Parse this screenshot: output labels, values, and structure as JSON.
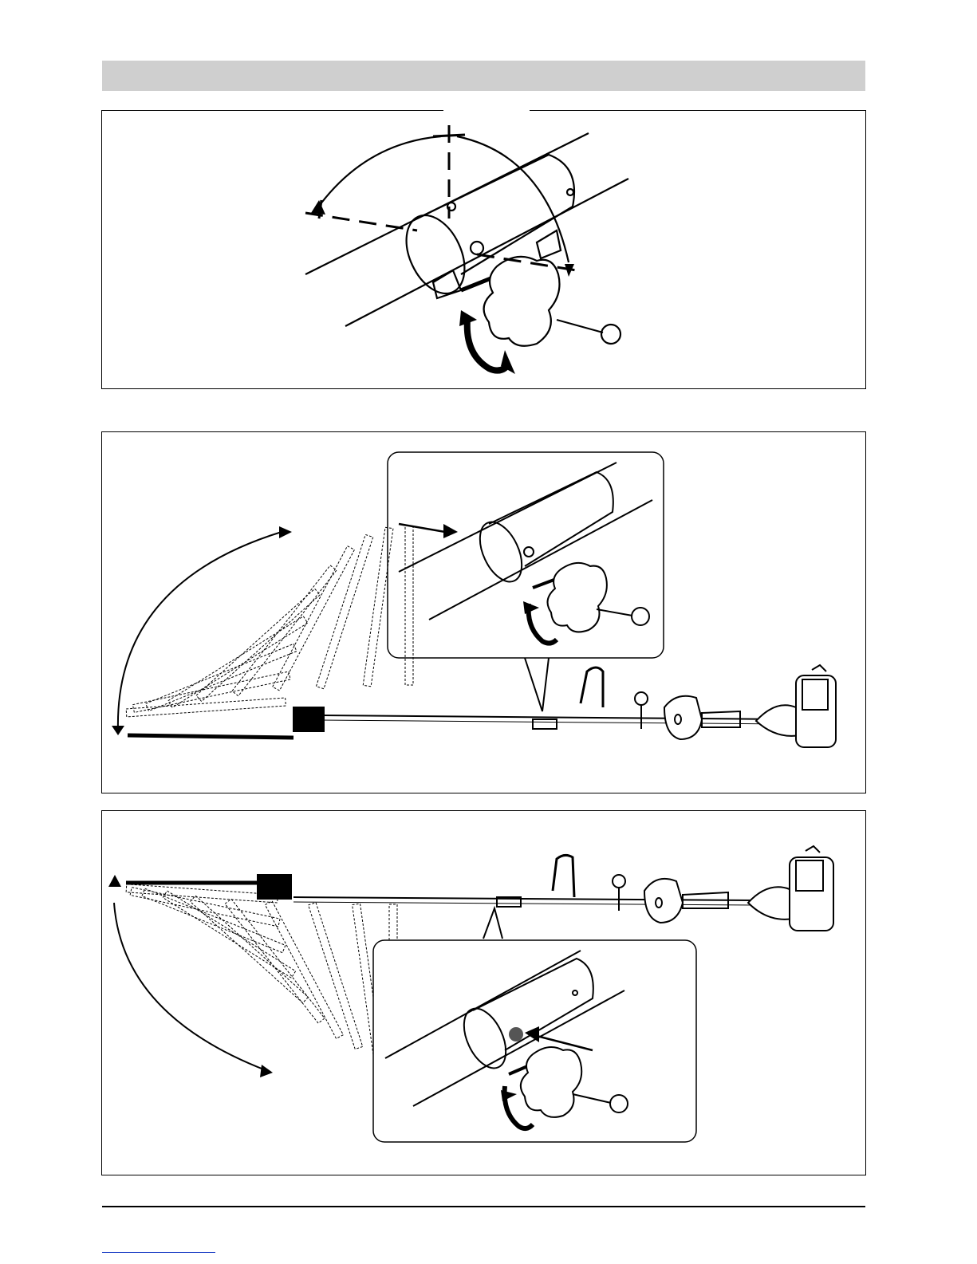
{
  "page": {
    "background": "#ffffff",
    "header_bar_color": "#cfcfcf",
    "line_color": "#000000",
    "link_color": "#1a3cc4"
  },
  "figures": [
    {
      "name": "tube-clamp-rotation-angle"
    },
    {
      "name": "shaft-rotation-upward"
    },
    {
      "name": "shaft-rotation-downward"
    }
  ],
  "icons": [
    "knob-icon",
    "curved-arrow-icon",
    "callout-circle-icon",
    "lock-pin-icon"
  ]
}
